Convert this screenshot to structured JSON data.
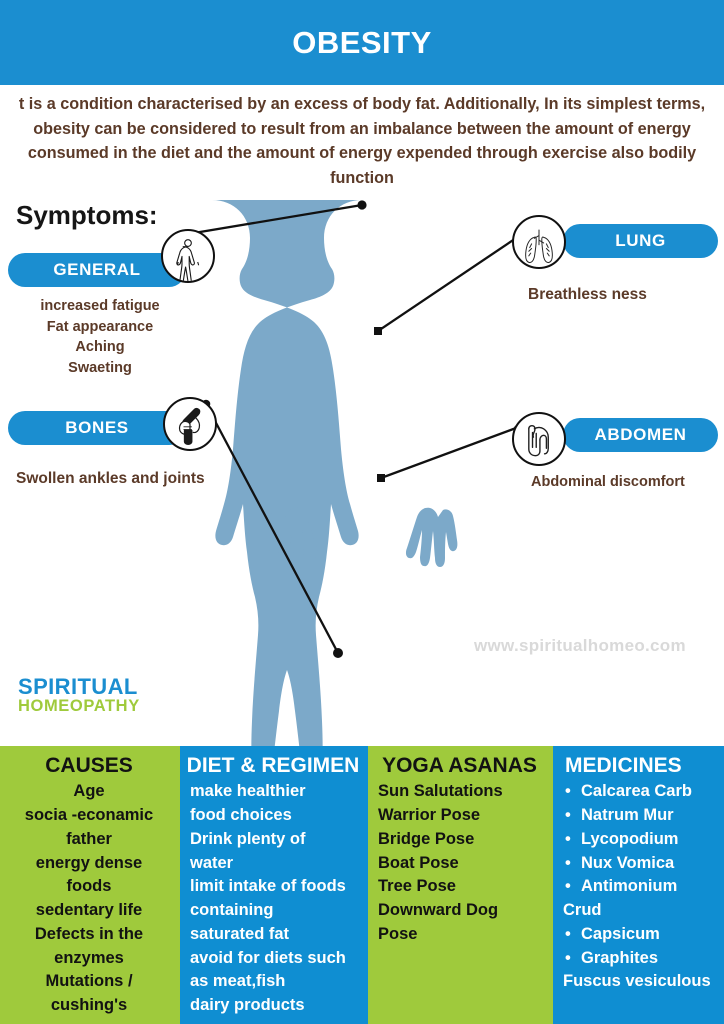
{
  "header": {
    "title": "OBESITY"
  },
  "intro": {
    "paragraph": "t is a condition characterised by an excess of body fat. Additionally, In its simplest terms, obesity can be considered to result from an imbalance between the amount of energy consumed in the diet and the amount of energy expended through exercise also bodily function"
  },
  "symptoms": {
    "heading": "Symptoms:",
    "general": {
      "label": "GENERAL",
      "icon": "human-body-icon",
      "description": "increased fatigue\nFat appearance\nAching\nSwaeting"
    },
    "lung": {
      "label": "LUNG",
      "icon": "lungs-icon",
      "description": "Breathless ness"
    },
    "bones": {
      "label": "BONES",
      "icon": "knee-joint-icon",
      "description": "Swollen ankles and joints"
    },
    "abdomen": {
      "label": "ABDOMEN",
      "icon": "intestine-icon",
      "description": "Abdominal discomfort"
    }
  },
  "logo": {
    "line1": "SPIRITUAL",
    "line2": "HOMEOPATHY"
  },
  "watermark": {
    "text": "www.spiritualhomeo.com"
  },
  "panels": [
    {
      "title": "CAUSES",
      "style": "green",
      "align": "center",
      "items": [
        "Age",
        "socia -econamic",
        "father",
        "energy dense",
        "foods",
        "sedentary life",
        "Defects in the",
        "enzymes",
        "Mutations /",
        "cushing's"
      ]
    },
    {
      "title": "DIET & REGIMEN",
      "style": "blue",
      "align": "left",
      "items": [
        "make  healthier",
        "food choices",
        "Drink plenty of",
        "water",
        "limit intake of foods",
        "containing",
        "saturated fat",
        "avoid for diets such",
        "as meat,fish",
        "dairy products"
      ]
    },
    {
      "title": "YOGA ASANAS",
      "style": "green",
      "align": "left",
      "items": [
        "Sun Salutations",
        "Warrior Pose",
        "Bridge Pose",
        "Boat Pose",
        "Tree Pose",
        "Downward Dog",
        "Pose"
      ]
    },
    {
      "title": "MEDICINES",
      "style": "blue",
      "align": "bulleted",
      "items": [
        {
          "text": "Calcarea Carb",
          "bullet": true
        },
        {
          "text": "Natrum Mur",
          "bullet": true
        },
        {
          "text": "Lycopodium",
          "bullet": true
        },
        {
          "text": "Nux Vomica",
          "bullet": true
        },
        {
          "text": "Antimonium",
          "bullet": true
        },
        {
          "text": "Crud",
          "bullet": false
        },
        {
          "text": "Capsicum",
          "bullet": true
        },
        {
          "text": "Graphites",
          "bullet": true
        },
        {
          "text": "Fuscus vesiculous",
          "bullet": false
        }
      ]
    }
  ],
  "colors": {
    "header_blue": "#1b8ed0",
    "panel_green": "#9fca3c",
    "panel_blue": "#0f8ed2",
    "body_silhouette": "#7ca9c9",
    "body_text_brown": "#5b3a28"
  }
}
